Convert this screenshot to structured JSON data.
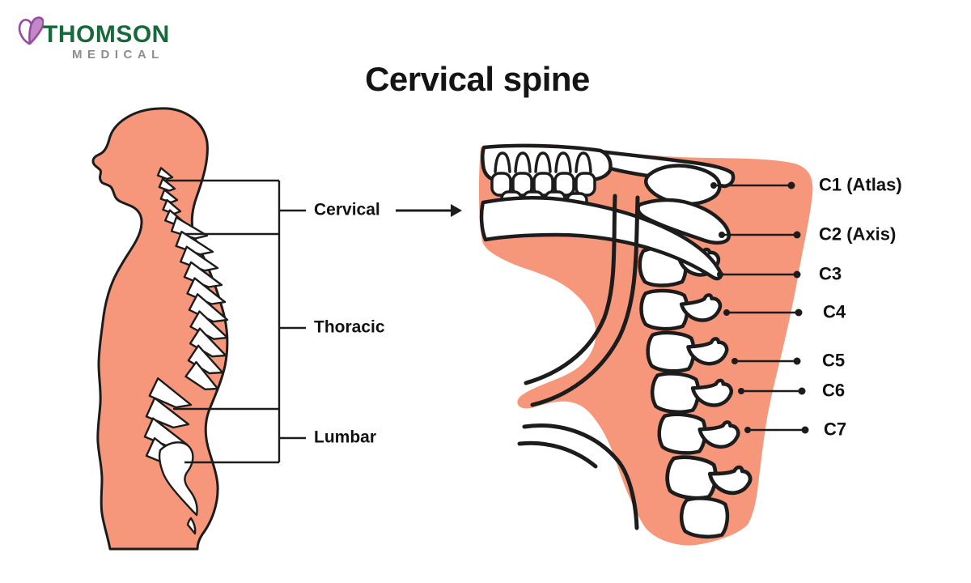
{
  "brand": {
    "name": "THOMSON",
    "subtitle": "MEDICAL"
  },
  "title": "Cervical spine",
  "body_map": {
    "regions": [
      {
        "label": "Cervical"
      },
      {
        "label": "Thoracic"
      },
      {
        "label": "Lumbar"
      }
    ]
  },
  "cervical_diagram": {
    "labels": [
      {
        "text": "C1 (Atlas)"
      },
      {
        "text": "C2 (Axis)"
      },
      {
        "text": "C3"
      },
      {
        "text": "C4"
      },
      {
        "text": "C5"
      },
      {
        "text": "C6"
      },
      {
        "text": "C7"
      }
    ]
  },
  "colors": {
    "skin": "#F6977B",
    "outline": "#1C1C1C",
    "brand_green": "#17693C",
    "brand_gray": "#8B8D90",
    "butterfly_purple": "#9B4A9F",
    "butterfly_light": "#C389C6"
  }
}
